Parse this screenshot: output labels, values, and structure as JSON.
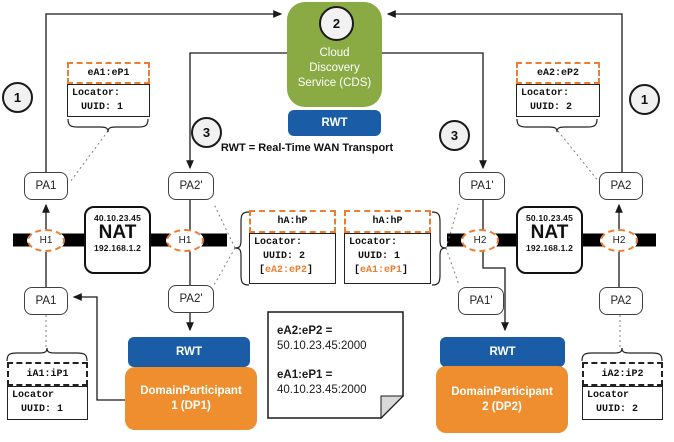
{
  "colors": {
    "cds_green": "#8aab44",
    "rwt_blue": "#1b5ca6",
    "dp_orange": "#ee8e2e",
    "dashed_orange": "#ED7D31"
  },
  "badges": {
    "left_one": "1",
    "right_one": "1",
    "cds_two": "2",
    "left_three": "3",
    "right_three": "3"
  },
  "cds": {
    "line1": "Cloud",
    "line2": "Discovery",
    "line3": "Service (CDS)",
    "rwt_label": "RWT"
  },
  "legend": {
    "text": "RWT = Real-Time WAN Transport"
  },
  "ext_locator_left": {
    "header": "eA1:eP1",
    "line1": "Locator:",
    "line2": "UUID: 1"
  },
  "ext_locator_right": {
    "header": "eA2:eP2",
    "line1": "Locator:",
    "line2": "UUID: 2"
  },
  "host_locator_left": {
    "header": "hA:hP",
    "line1": "Locator:",
    "line2": "UUID: 2",
    "ref_open": "[",
    "ref": "eA2:eP2",
    "ref_close": "]"
  },
  "host_locator_right": {
    "header": "hA:hP",
    "line1": "Locator:",
    "line2": "UUID: 1",
    "ref_open": "[",
    "ref": "eA1:eP1",
    "ref_close": "]"
  },
  "int_locator_left": {
    "header": "iA1:iP1",
    "line1": "Locator",
    "line2": "UUID: 1"
  },
  "int_locator_right": {
    "header": "iA2:iP2",
    "line1": "Locator",
    "line2": "UUID: 2"
  },
  "nat_left": {
    "public_ip": "40.10.23.45",
    "label": "NAT",
    "private_ip": "192.168.1.2",
    "hop_outer": "H1",
    "hop_inner": "H1"
  },
  "nat_right": {
    "public_ip": "50.10.23.45",
    "label": "NAT",
    "private_ip": "192.168.1.2",
    "hop_inner": "H2",
    "hop_outer": "H2"
  },
  "pa_boxes": {
    "pa1_top": "PA1",
    "pa2p_top": "PA2'",
    "pa1p_top": "PA1'",
    "pa2_top": "PA2",
    "pa1_bottom": "PA1",
    "pa2p_bottom": "PA2'",
    "pa1p_bottom": "PA1'",
    "pa2_bottom": "PA2"
  },
  "note": {
    "line1": "eA2:eP2 =",
    "line2": "50.10.23.45:2000",
    "line3": "eA1:eP1 =",
    "line4": "40.10.23.45:2000"
  },
  "dp1": {
    "rwt_label": "RWT",
    "name1": "DomainParticipant",
    "name2": "1 (DP1)"
  },
  "dp2": {
    "rwt_label": "RWT",
    "name1": "DomainParticipant",
    "name2": "2 (DP2)"
  }
}
